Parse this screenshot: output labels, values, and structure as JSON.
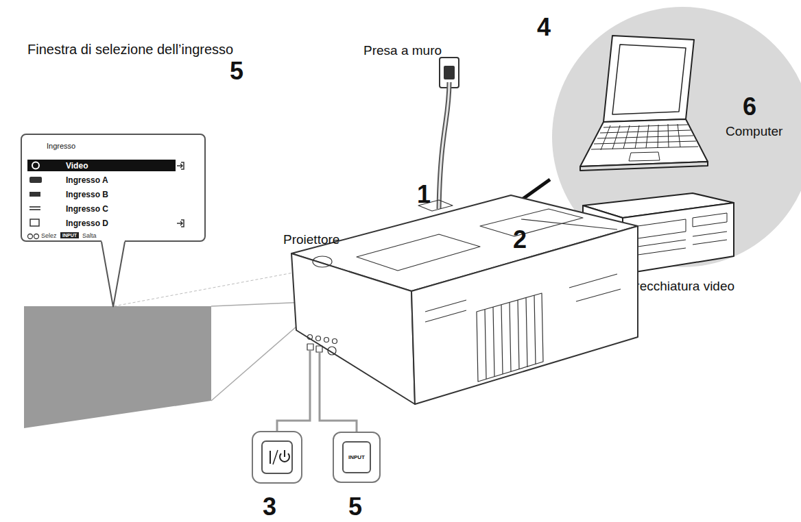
{
  "diagram": {
    "nodes": [
      {
        "text": [
          "Ingresso",
          "Video",
          "Ingresso A",
          "Ingresso B",
          "Ingresso C",
          "Ingresso D",
          "Selez",
          "INPUT",
          "Salta"
        ]
      },
      {
        "text": [
          "6",
          "Computer",
          "Apparecchiatura video"
        ]
      },
      {
        "text": [
          "INPUT"
        ]
      }
    ],
    "labels": [
      "4",
      "Finestra di selezione dell’ingresso",
      "5",
      "Presa a muro",
      "1",
      "Proiettore",
      "2",
      "3",
      "5"
    ]
  }
}
